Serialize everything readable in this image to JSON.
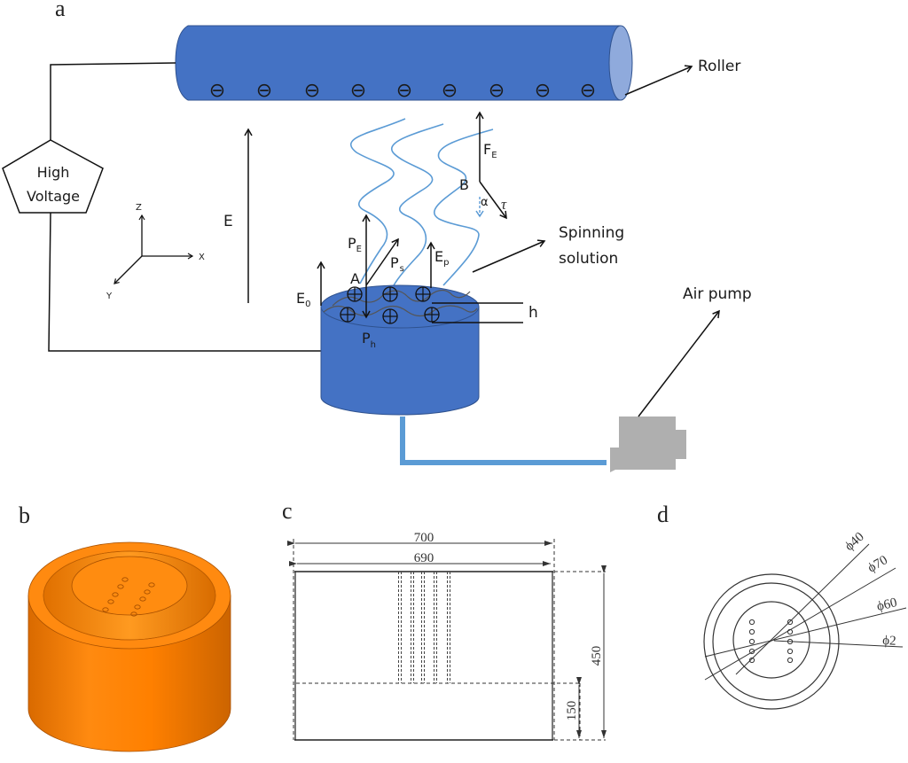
{
  "figure": {
    "panels": {
      "a": "a",
      "b": "b",
      "c": "c",
      "d": "d"
    },
    "colors": {
      "roller_fill": "#4472c4",
      "roller_end": "#8faadc",
      "container_fill": "#4472c4",
      "jet_line": "#5b9bd5",
      "tube": "#5b9bd5",
      "pump": "#afafaf",
      "orange": "#ff8000"
    },
    "panel_a": {
      "power_supply": {
        "line1": "High",
        "line2": "Voltage"
      },
      "roller_label": "Roller",
      "roller_charge_symbol": "⊖",
      "roller_charge_count": 9,
      "solution_charge_symbol": "⊕",
      "field_label": "E",
      "axes": {
        "x": "X",
        "y": "Y",
        "z": "Z"
      },
      "forces": {
        "E0": {
          "main": "E",
          "sub": "0"
        },
        "PE": {
          "main": "P",
          "sub": "E"
        },
        "Ps": {
          "main": "P",
          "sub": "s"
        },
        "Ep": {
          "main": "E",
          "sub": "p"
        },
        "Ph": {
          "main": "P",
          "sub": "h"
        },
        "FE": {
          "main": "F",
          "sub": "E"
        },
        "tau": "τ",
        "alpha": "α"
      },
      "points": {
        "A": "A",
        "B": "B"
      },
      "h_label": "h",
      "spinning_solution": {
        "line1": "Spinning",
        "line2": "solution"
      },
      "air_pump": "Air pump"
    },
    "panel_c": {
      "dim_outer_width": "700",
      "dim_inner_width": "690",
      "dim_height": "450",
      "dim_base": "150"
    },
    "panel_d": {
      "dims": [
        "ϕ40",
        "ϕ70",
        "ϕ60",
        "ϕ2"
      ]
    }
  }
}
